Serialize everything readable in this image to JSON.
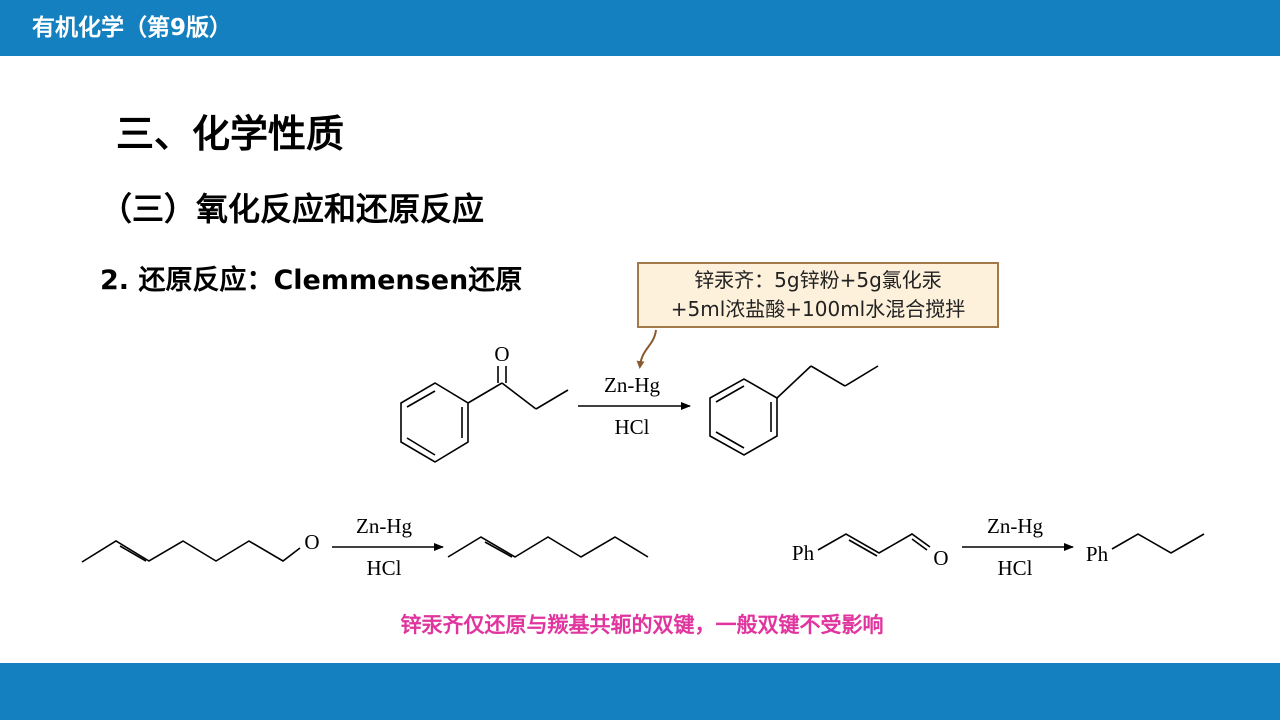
{
  "header": {
    "course_title": "有机化学（第9版）"
  },
  "main": {
    "section_title": "三、化学性质",
    "subsection_title": "（三）氧化反应和还原反应",
    "topic_title": "2. 还原反应：Clemmensen还原",
    "reagent_note": {
      "line1": "锌汞齐：5g锌粉+5g氯化汞",
      "line2": "+5ml浓盐酸+100ml水混合搅拌"
    },
    "reactions": [
      {
        "reagent_top": "Zn-Hg",
        "reagent_bottom": "HCl",
        "carbonyl_atom": "O"
      },
      {
        "reagent_top": "Zn-Hg",
        "reagent_bottom": "HCl",
        "carbonyl_atom": "O"
      },
      {
        "reagent_top": "Zn-Hg",
        "reagent_bottom": "HCl",
        "carbonyl_atom": "O",
        "substituent": "Ph",
        "product_substituent": "Ph"
      }
    ],
    "footnote": "锌汞齐仅还原与羰基共轭的双键，一般双键不受影响"
  },
  "colors": {
    "bar": "#1480bf",
    "note_text": "#e0359e",
    "callout_bg": "#fdf1dc",
    "callout_border": "#a3794a"
  }
}
